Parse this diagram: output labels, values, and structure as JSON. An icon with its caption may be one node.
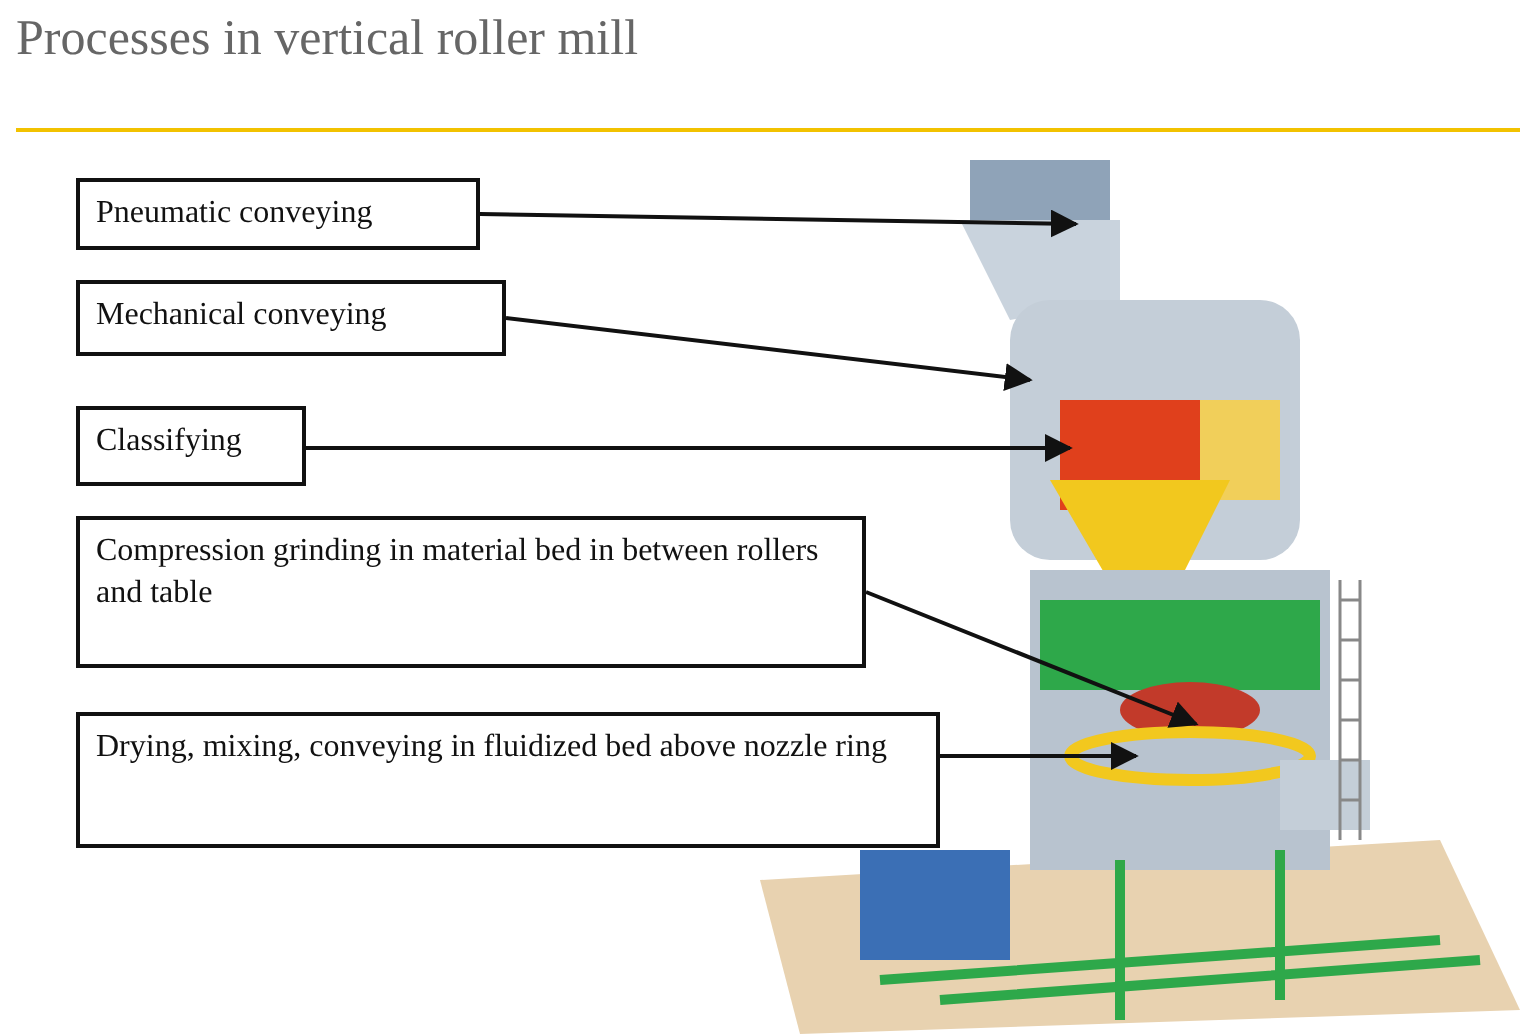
{
  "diagram": {
    "title": "Processes in vertical roller mill",
    "nodes": [
      {
        "text": [
          "Pneumatic conveying"
        ]
      },
      {
        "text": [
          "Mechanical conveying"
        ]
      },
      {
        "text": [
          "Classifying"
        ]
      },
      {
        "text": [
          "Compression grinding in material bed in between rollers and table"
        ]
      },
      {
        "text": [
          "Drying, mixing, conveying in fluidized bed above nozzle ring"
        ]
      }
    ],
    "edges": [
      {
        "from": 0,
        "to": null,
        "arrow": "to"
      },
      {
        "from": 1,
        "to": null,
        "arrow": "to"
      },
      {
        "from": 2,
        "to": null,
        "arrow": "to"
      },
      {
        "from": 3,
        "to": null,
        "arrow": "to"
      },
      {
        "from": 4,
        "to": null,
        "arrow": "to"
      }
    ]
  }
}
